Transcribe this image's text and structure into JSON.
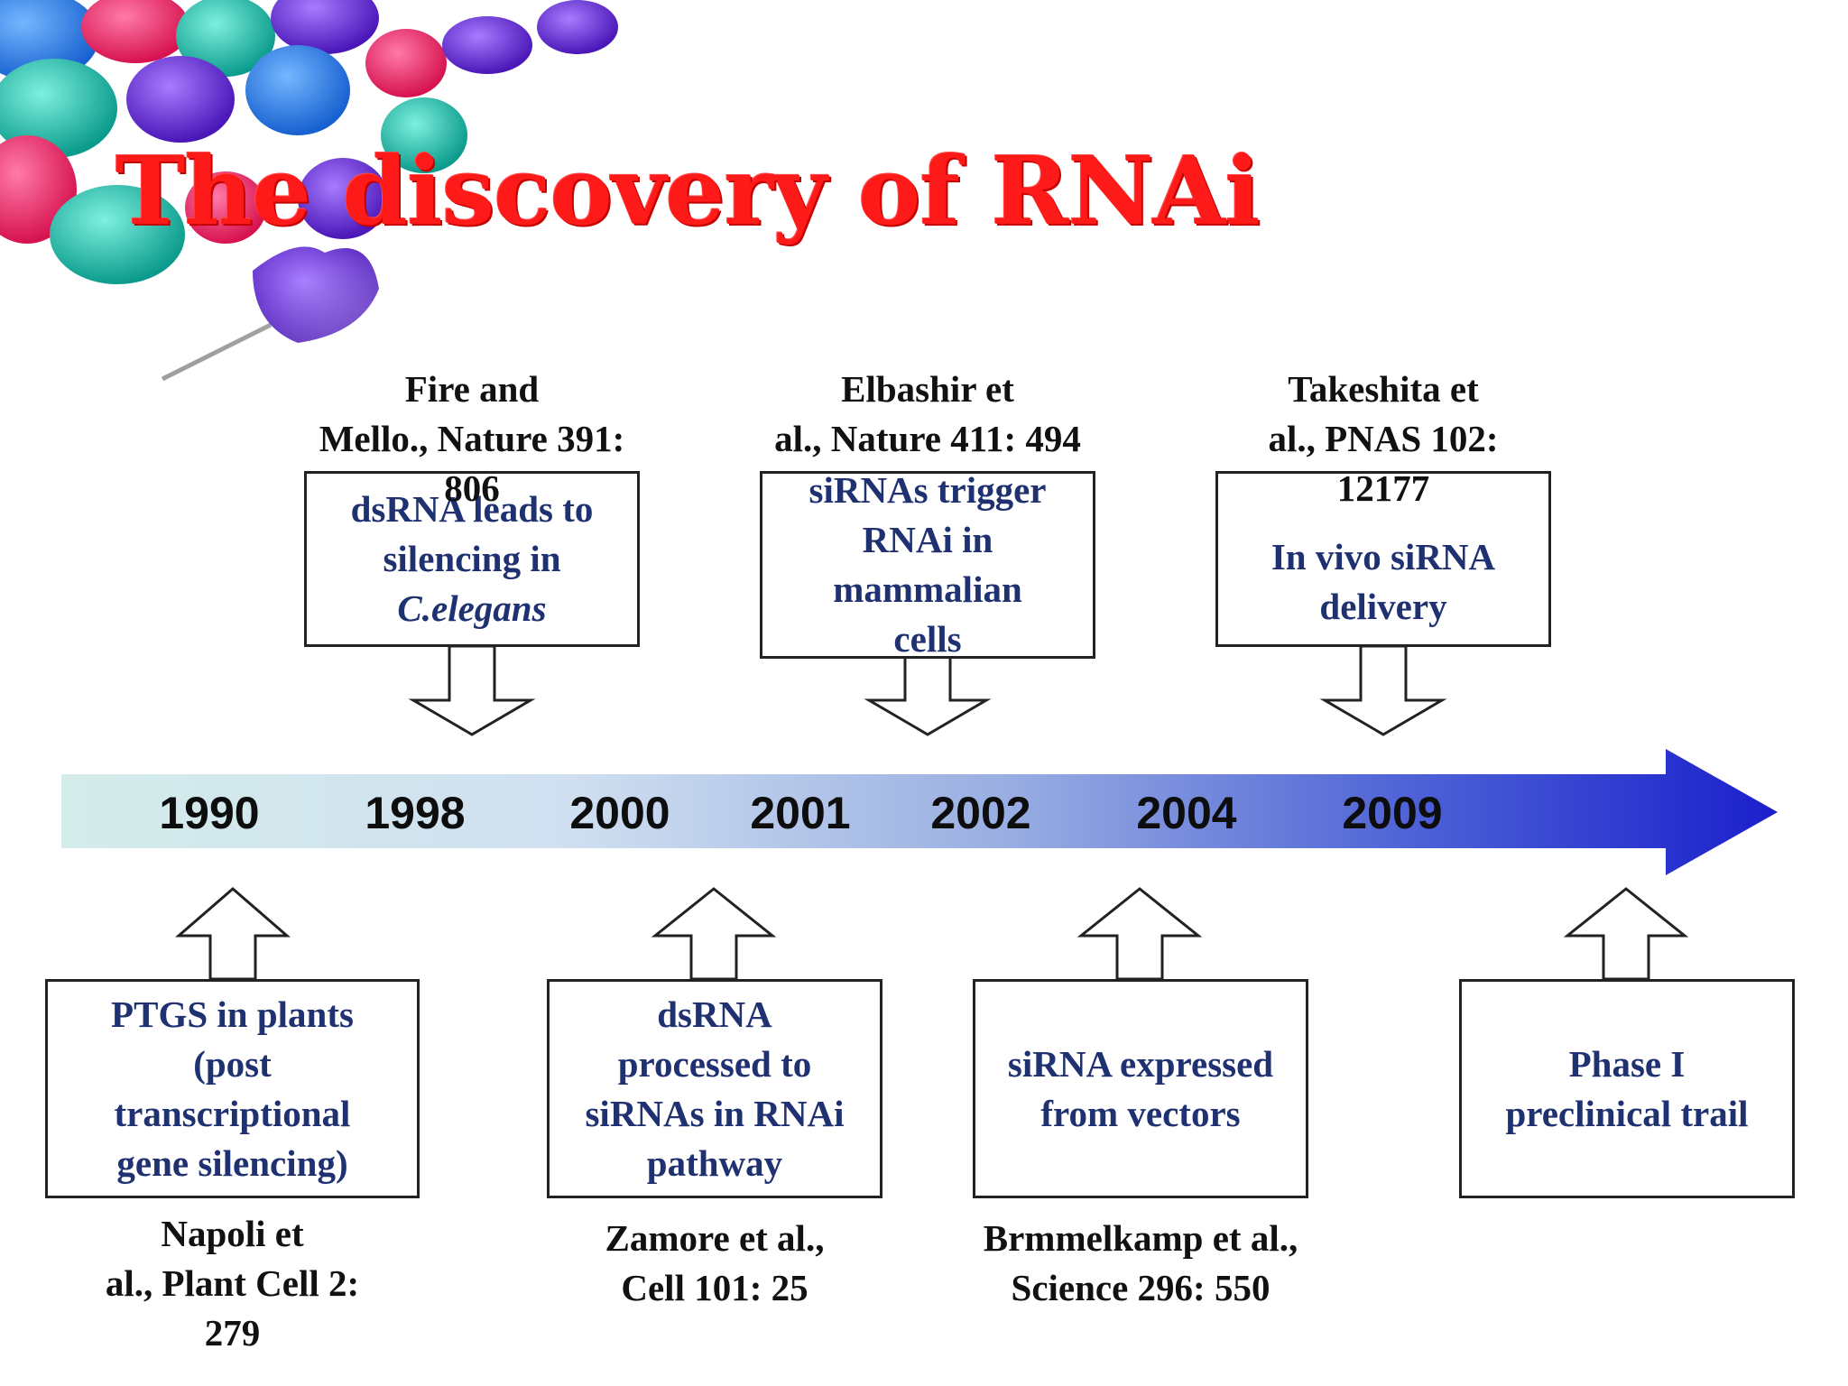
{
  "title": "The discovery of RNAi",
  "colors": {
    "title": "#ff1a1a",
    "box_text": "#1f3170",
    "arrow_start": "#d4ecea",
    "arrow_end": "#1a1fcc"
  },
  "timeline": {
    "years": [
      "1990",
      "1998",
      "2000",
      "2001",
      "2002",
      "2004",
      "2009"
    ]
  },
  "top_events": [
    {
      "reference": "Fire and\nMello.,    Nature 391:\n806",
      "description_main": "dsRNA leads to\nsilencing in",
      "description_italic": "C.elegans"
    },
    {
      "reference": "Elbashir et\nal.,       Nature 411: 494",
      "description_main": "siRNAs trigger\nRNAi in\nmammalian\ncells",
      "description_italic": ""
    },
    {
      "reference": "Takeshita et\nal.,       PNAS 102:\n12177",
      "description_main": "In vivo siRNA\ndelivery",
      "description_italic": ""
    }
  ],
  "bottom_events": [
    {
      "description": "PTGS in plants\n(post\ntranscriptional\ngene silencing)",
      "reference": "Napoli et\nal.,   Plant Cell 2:\n279"
    },
    {
      "description": "dsRNA\nprocessed to\nsiRNAs in RNAi\npathway",
      "reference": "Zamore et al.,\nCell 101: 25"
    },
    {
      "description": "siRNA expressed\nfrom vectors",
      "reference": "Brmmelkamp et al.,\nScience 296: 550"
    },
    {
      "description": "Phase I\npreclinical trail",
      "reference": ""
    }
  ]
}
